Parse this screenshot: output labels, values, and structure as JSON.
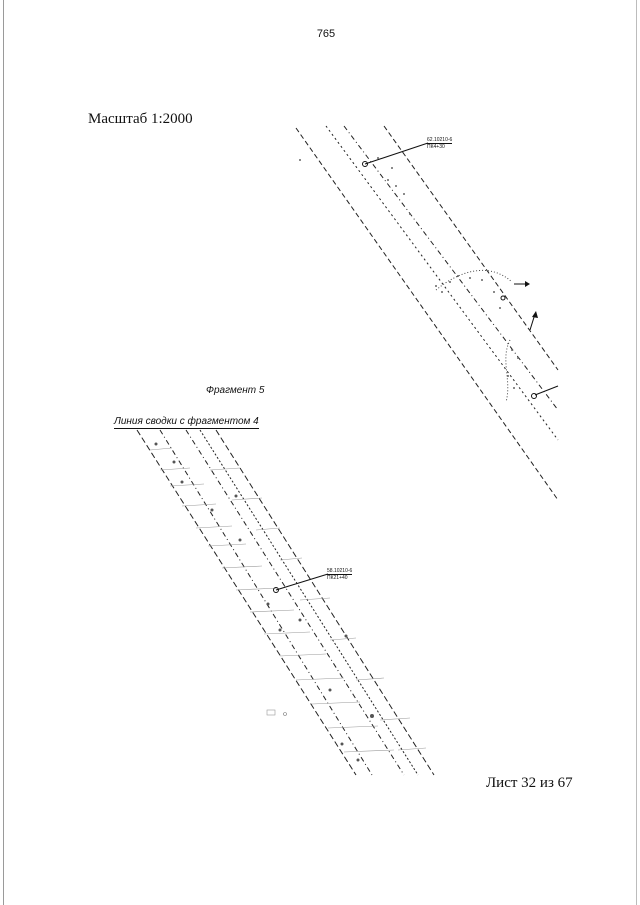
{
  "page_number": "765",
  "scale_label": "Масштаб 1:2000",
  "sheet_label": "Лист 32 из 67",
  "map": {
    "fragment_title": "Фрагмент 5",
    "junction_label": "Линия сводки с фрагментом 4",
    "callout_top": {
      "line1": "62.10210-6",
      "line2": "ПК4+30"
    },
    "callout_bottom": {
      "line1": "58.10210-6",
      "line2": "ПК21+40"
    }
  }
}
